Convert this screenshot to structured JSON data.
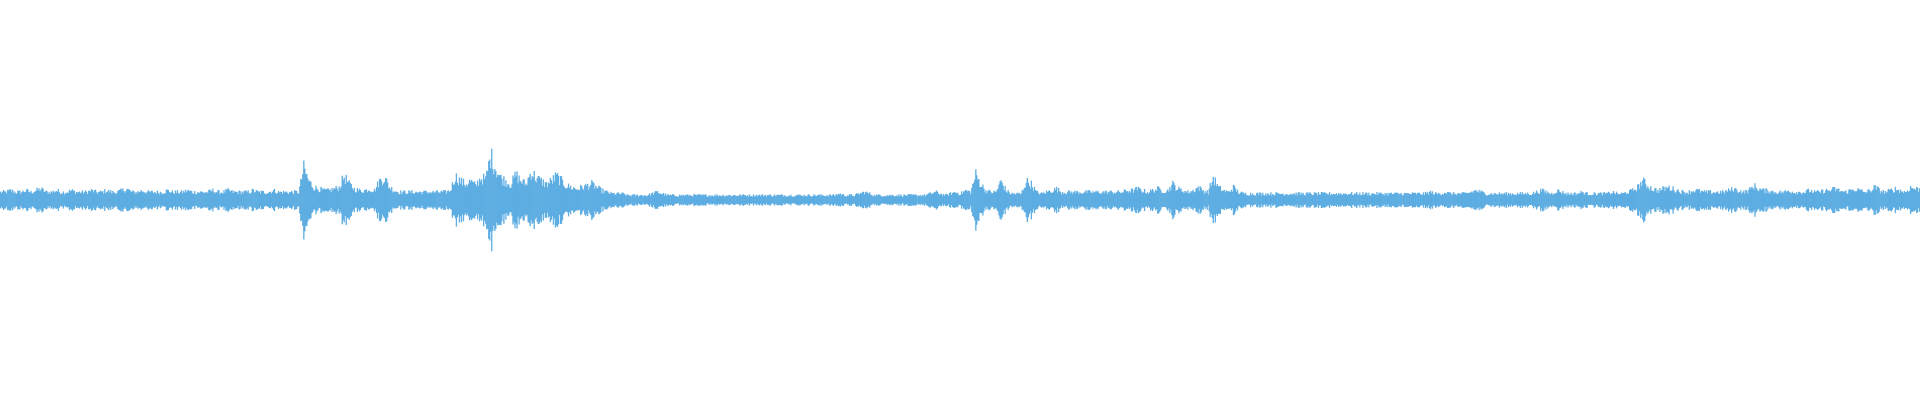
{
  "waveform": {
    "color": "#5dade2",
    "amplitude_scale": "normalized",
    "samples_per_column": "1",
    "envelope": [
      0.05,
      0.05,
      0.06,
      0.05,
      0.05,
      0.06,
      0.05,
      0.06,
      0.07,
      0.05,
      0.05,
      0.06,
      0.05,
      0.05,
      0.06,
      0.05,
      0.05,
      0.05,
      0.06,
      0.05,
      0.05,
      0.06,
      0.05,
      0.05,
      0.06,
      0.07,
      0.05,
      0.05,
      0.06,
      0.05,
      0.05,
      0.05,
      0.05,
      0.06,
      0.05,
      0.05,
      0.05,
      0.06,
      0.05,
      0.05,
      0.05,
      0.05,
      0.06,
      0.05,
      0.05,
      0.06,
      0.05,
      0.05,
      0.05,
      0.05,
      0.06,
      0.05,
      0.05,
      0.05,
      0.06,
      0.05,
      0.05,
      0.05,
      0.05,
      0.05,
      0.2,
      0.12,
      0.08,
      0.07,
      0.06,
      0.06,
      0.07,
      0.08,
      0.15,
      0.1,
      0.07,
      0.06,
      0.06,
      0.07,
      0.06,
      0.12,
      0.14,
      0.08,
      0.06,
      0.05,
      0.05,
      0.05,
      0.05,
      0.05,
      0.05,
      0.05,
      0.05,
      0.05,
      0.05,
      0.06,
      0.15,
      0.12,
      0.1,
      0.12,
      0.09,
      0.14,
      0.13,
      0.28,
      0.2,
      0.14,
      0.12,
      0.1,
      0.16,
      0.12,
      0.1,
      0.18,
      0.14,
      0.12,
      0.1,
      0.12,
      0.15,
      0.12,
      0.09,
      0.08,
      0.07,
      0.08,
      0.09,
      0.1,
      0.08,
      0.06,
      0.05,
      0.04,
      0.04,
      0.04,
      0.03,
      0.03,
      0.03,
      0.03,
      0.03,
      0.04,
      0.05,
      0.04,
      0.03,
      0.03,
      0.03,
      0.03,
      0.03,
      0.03,
      0.03,
      0.03,
      0.03,
      0.03,
      0.03,
      0.03,
      0.03,
      0.03,
      0.03,
      0.03,
      0.03,
      0.03,
      0.03,
      0.03,
      0.03,
      0.03,
      0.03,
      0.03,
      0.03,
      0.03,
      0.03,
      0.03,
      0.03,
      0.03,
      0.03,
      0.03,
      0.03,
      0.03,
      0.04,
      0.03,
      0.03,
      0.03,
      0.04,
      0.05,
      0.04,
      0.03,
      0.03,
      0.03,
      0.03,
      0.03,
      0.03,
      0.03,
      0.03,
      0.03,
      0.03,
      0.03,
      0.04,
      0.05,
      0.04,
      0.03,
      0.04,
      0.05,
      0.04,
      0.06,
      0.05,
      0.16,
      0.1,
      0.06,
      0.05,
      0.05,
      0.12,
      0.06,
      0.04,
      0.04,
      0.04,
      0.12,
      0.1,
      0.05,
      0.04,
      0.05,
      0.06,
      0.07,
      0.05,
      0.05,
      0.05,
      0.05,
      0.05,
      0.05,
      0.05,
      0.05,
      0.05,
      0.05,
      0.05,
      0.05,
      0.05,
      0.06,
      0.06,
      0.07,
      0.06,
      0.05,
      0.06,
      0.07,
      0.06,
      0.06,
      0.1,
      0.07,
      0.06,
      0.05,
      0.06,
      0.08,
      0.06,
      0.05,
      0.14,
      0.08,
      0.06,
      0.05,
      0.08,
      0.05,
      0.04,
      0.04,
      0.04,
      0.04,
      0.04,
      0.04,
      0.04,
      0.04,
      0.04,
      0.04,
      0.04,
      0.04,
      0.04,
      0.04,
      0.04,
      0.04,
      0.04,
      0.04,
      0.04,
      0.04,
      0.04,
      0.04,
      0.04,
      0.04,
      0.04,
      0.04,
      0.04,
      0.04,
      0.04,
      0.04,
      0.04,
      0.04,
      0.04,
      0.04,
      0.04,
      0.04,
      0.04,
      0.05,
      0.04,
      0.04,
      0.05,
      0.04,
      0.04,
      0.04,
      0.04,
      0.05,
      0.06,
      0.05,
      0.04,
      0.04,
      0.04,
      0.04,
      0.04,
      0.04,
      0.04,
      0.04,
      0.04,
      0.04,
      0.05,
      0.06,
      0.05,
      0.04,
      0.06,
      0.05,
      0.04,
      0.04,
      0.04,
      0.05,
      0.04,
      0.04,
      0.04,
      0.04,
      0.04,
      0.05,
      0.04,
      0.04,
      0.05,
      0.06,
      0.08,
      0.12,
      0.09,
      0.07,
      0.06,
      0.07,
      0.08,
      0.07,
      0.06,
      0.05,
      0.05,
      0.06,
      0.06,
      0.05,
      0.05,
      0.05,
      0.05,
      0.05,
      0.06,
      0.07,
      0.06,
      0.05,
      0.06,
      0.09,
      0.07,
      0.06,
      0.06,
      0.05,
      0.05,
      0.05,
      0.06,
      0.05,
      0.05,
      0.05,
      0.06,
      0.05,
      0.05,
      0.06,
      0.06,
      0.07,
      0.06,
      0.05,
      0.06,
      0.07,
      0.06,
      0.05,
      0.06,
      0.08,
      0.06,
      0.05,
      0.06,
      0.07,
      0.06,
      0.05,
      0.08,
      0.07
    ]
  }
}
